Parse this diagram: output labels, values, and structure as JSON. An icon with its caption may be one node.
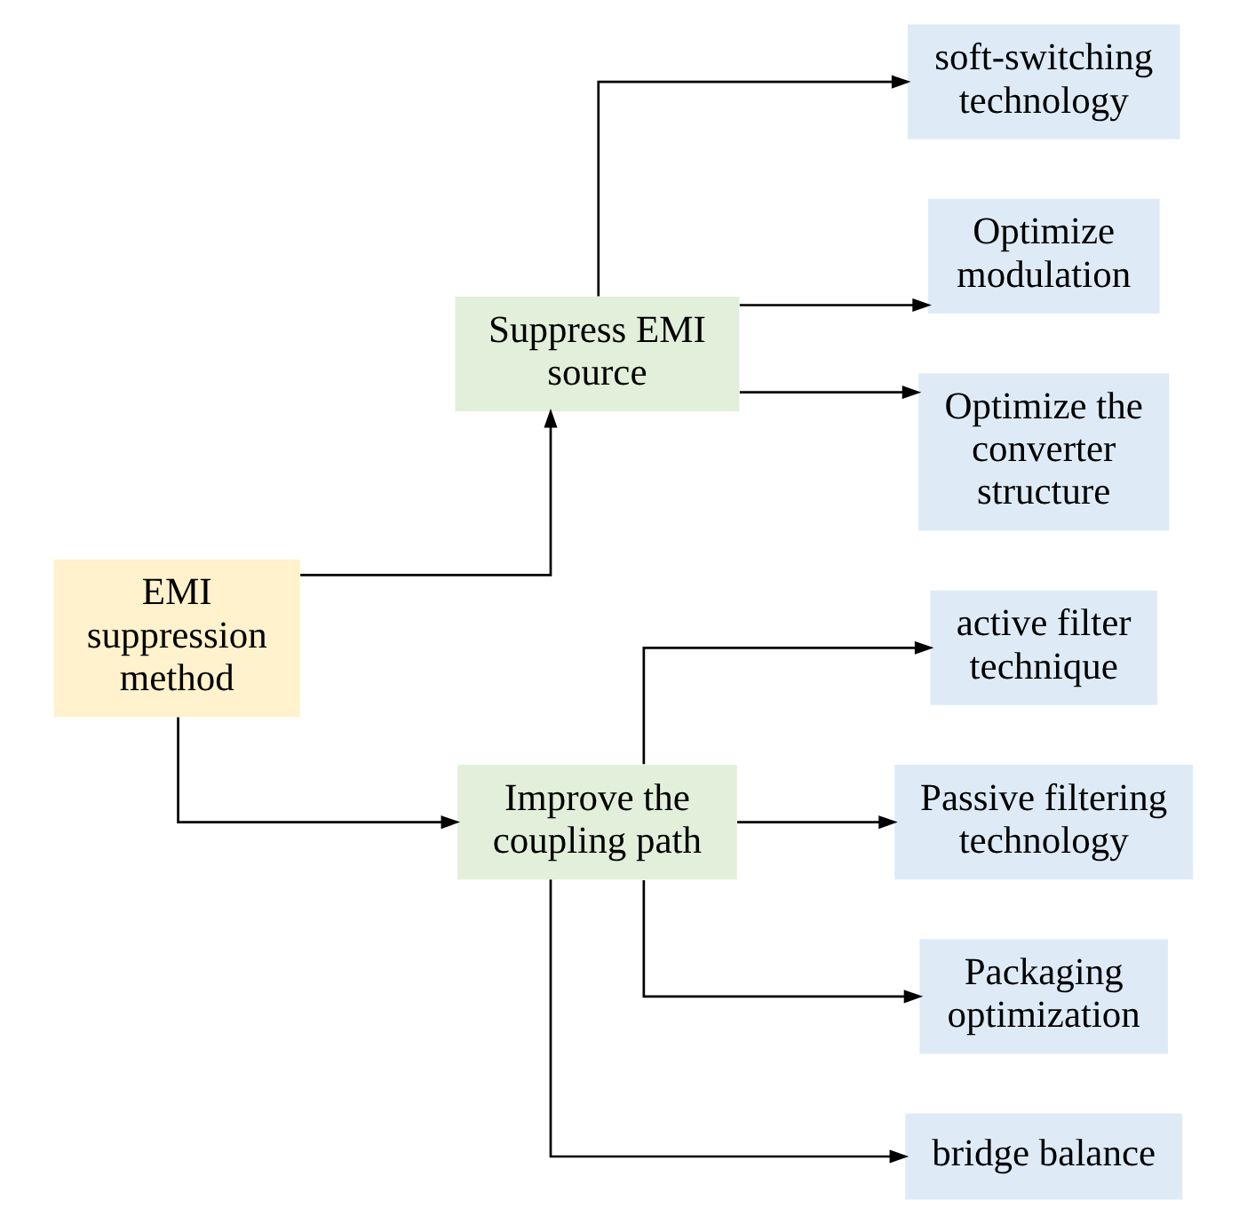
{
  "diagram": {
    "nodes": [
      {
        "text": [
          "EMI suppression method"
        ]
      },
      {
        "text": [
          "Suppress EMI source"
        ]
      },
      {
        "text": [
          "Improve the coupling path"
        ]
      },
      {
        "text": [
          "soft-switching technology"
        ]
      },
      {
        "text": [
          "Optimize modulation"
        ]
      },
      {
        "text": [
          "Optimize the converter structure"
        ]
      },
      {
        "text": [
          "active filter technique"
        ]
      },
      {
        "text": [
          "Passive filtering technology"
        ]
      },
      {
        "text": [
          "Packaging optimization"
        ]
      },
      {
        "text": [
          "bridge balance"
        ]
      }
    ],
    "edges": [
      {
        "from": 0,
        "to": 1,
        "arrow": "to"
      },
      {
        "from": 0,
        "to": 2,
        "arrow": "to"
      },
      {
        "from": 1,
        "to": 3,
        "arrow": "to"
      },
      {
        "from": 1,
        "to": 4,
        "arrow": "to"
      },
      {
        "from": 1,
        "to": 5,
        "arrow": "to"
      },
      {
        "from": 2,
        "to": 6,
        "arrow": "to"
      },
      {
        "from": 2,
        "to": 7,
        "arrow": "to"
      },
      {
        "from": 2,
        "to": 8,
        "arrow": "to"
      },
      {
        "from": 2,
        "to": 9,
        "arrow": "to"
      }
    ]
  }
}
